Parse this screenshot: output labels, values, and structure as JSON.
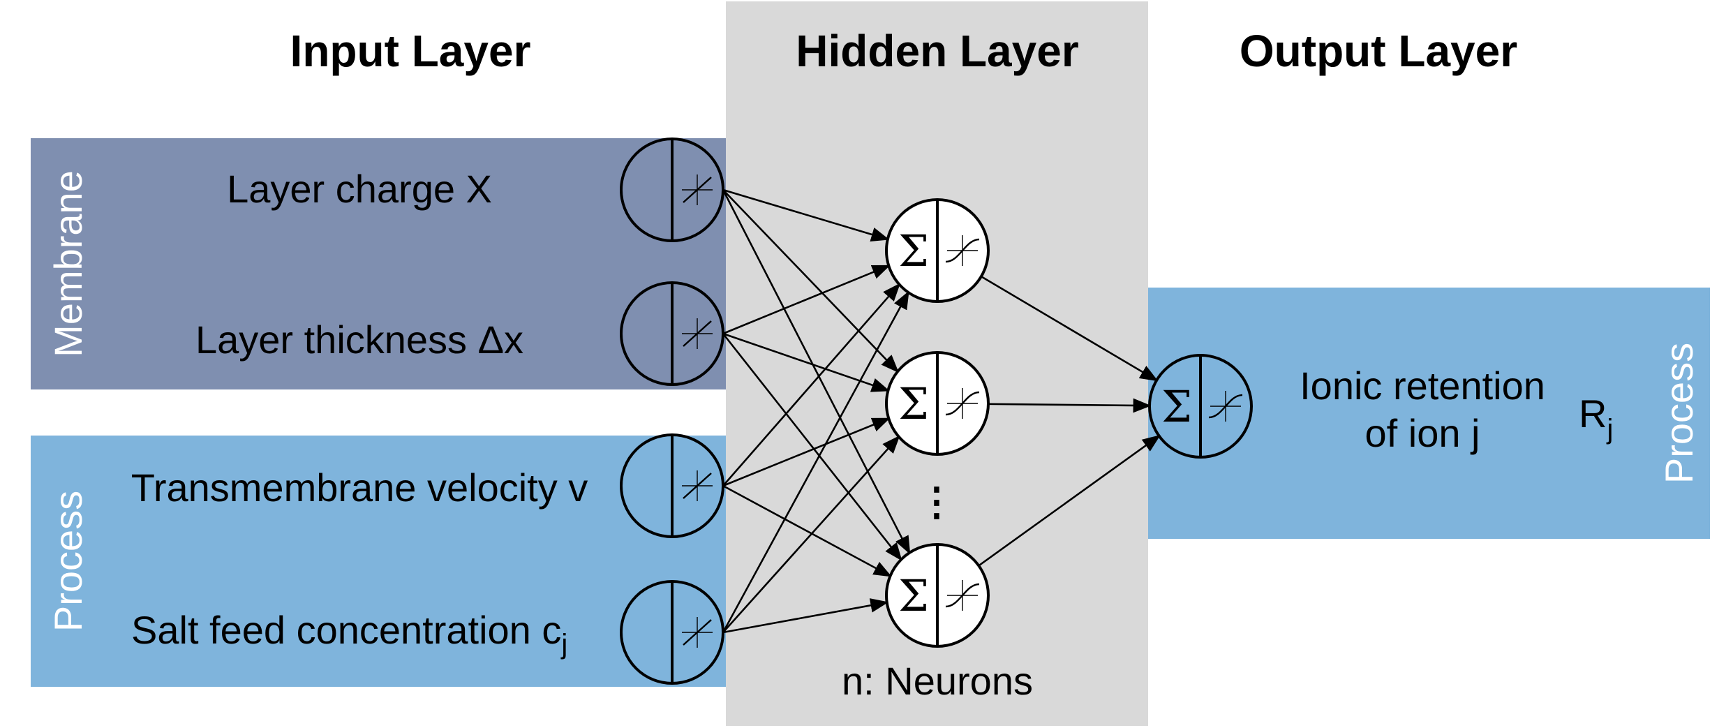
{
  "layers": {
    "input_title": "Input Layer",
    "hidden_title": "Hidden Layer",
    "output_title": "Output Layer"
  },
  "groups": {
    "membrane_label": "Membrane",
    "process_label": "Process",
    "output_process_label": "Process"
  },
  "inputs": {
    "layer_charge": "Layer charge X",
    "layer_thickness": "Layer thickness Δx",
    "velocity": "Transmembrane velocity v",
    "salt_feed": "Salt feed concentration c",
    "salt_feed_sub": "j"
  },
  "hidden": {
    "ellipsis": "⋮",
    "neurons_label": "n: Neurons"
  },
  "output": {
    "retention_line1": "Ionic retention",
    "retention_line2": "of ion j",
    "symbol": "R",
    "symbol_sub": "j"
  },
  "nodes": {
    "sum_symbol": "Σ"
  },
  "colors": {
    "membrane_bg": "#7f8fb0",
    "process_bg": "#7fb4dc",
    "hidden_bg": "#d9d9d9",
    "node_fill_white": "#ffffff"
  }
}
